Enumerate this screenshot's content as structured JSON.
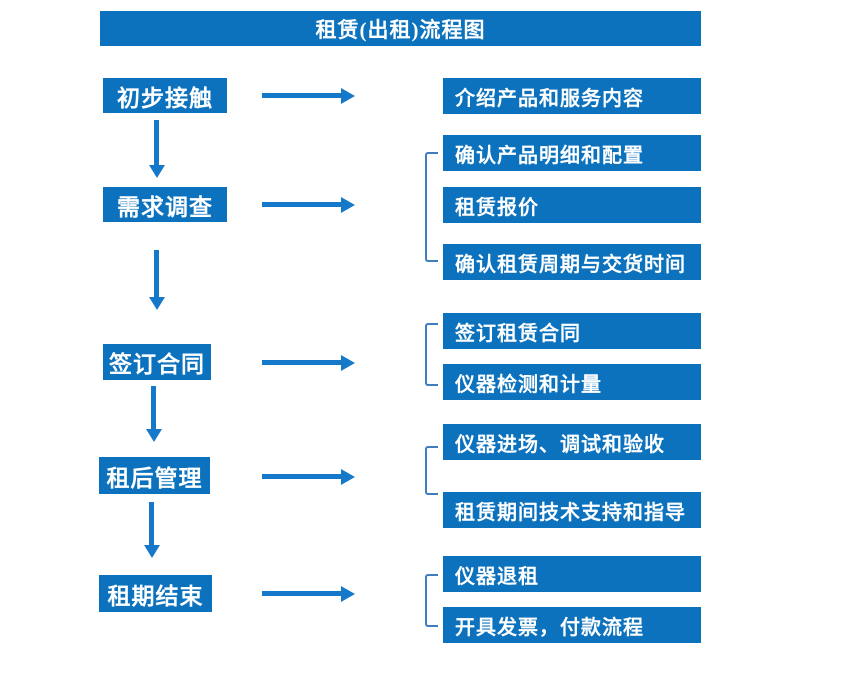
{
  "title": "租赁(出租)流程图",
  "colors": {
    "box_blue": "#0d72bd",
    "arrow_blue": "#1678c8",
    "bracket_blue": "#3f7dbf",
    "text_white": "#ffffff",
    "background": "#ffffff"
  },
  "flow": {
    "steps": [
      {
        "label": "初步接触",
        "outputs": [
          "介绍产品和服务内容"
        ]
      },
      {
        "label": "需求调查",
        "outputs": [
          "确认产品明细和配置",
          "租赁报价",
          "确认租赁周期与交货时间"
        ]
      },
      {
        "label": "签订合同",
        "outputs": [
          "签订租赁合同",
          "仪器检测和计量"
        ]
      },
      {
        "label": "租后管理",
        "outputs": [
          "仪器进场、调试和验收",
          "租赁期间技术支持和指导"
        ]
      },
      {
        "label": "租期结束",
        "outputs": [
          "仪器退租",
          "开具发票，付款流程"
        ]
      }
    ]
  }
}
